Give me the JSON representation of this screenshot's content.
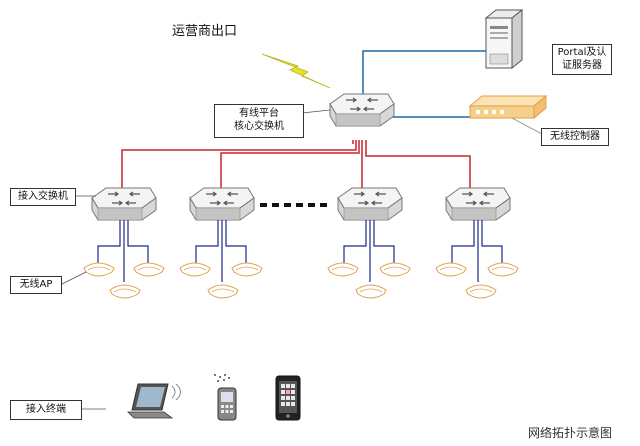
{
  "labels": {
    "isp_exit": "运营商出口",
    "portal_server": "Portal及认\n证服务器",
    "wireless_controller": "无线控制器",
    "core_switch": "有线平台\n核心交换机",
    "access_switch": "接入交换机",
    "wireless_ap": "无线AP",
    "access_terminal": "接入终端",
    "caption": "网络拓扑示意图"
  },
  "colors": {
    "uplink_red": "#c8242c",
    "link_blue": "#1a6aa8",
    "ap_blue": "#1b2a8c",
    "lightning_yellow": "#e6e22a",
    "ap_orange": "#e0a050",
    "controller_orange": "#f0a030"
  },
  "icons": {
    "core": "switch-icon",
    "access": "switch-icon",
    "server": "server-icon",
    "controller": "wireless-controller-icon",
    "ap": "access-point-icon",
    "laptop": "laptop-icon",
    "phone": "phone-icon",
    "smartphone": "smartphone-icon"
  },
  "counts": {
    "access_switches_shown": 4,
    "aps_per_switch": 3
  }
}
